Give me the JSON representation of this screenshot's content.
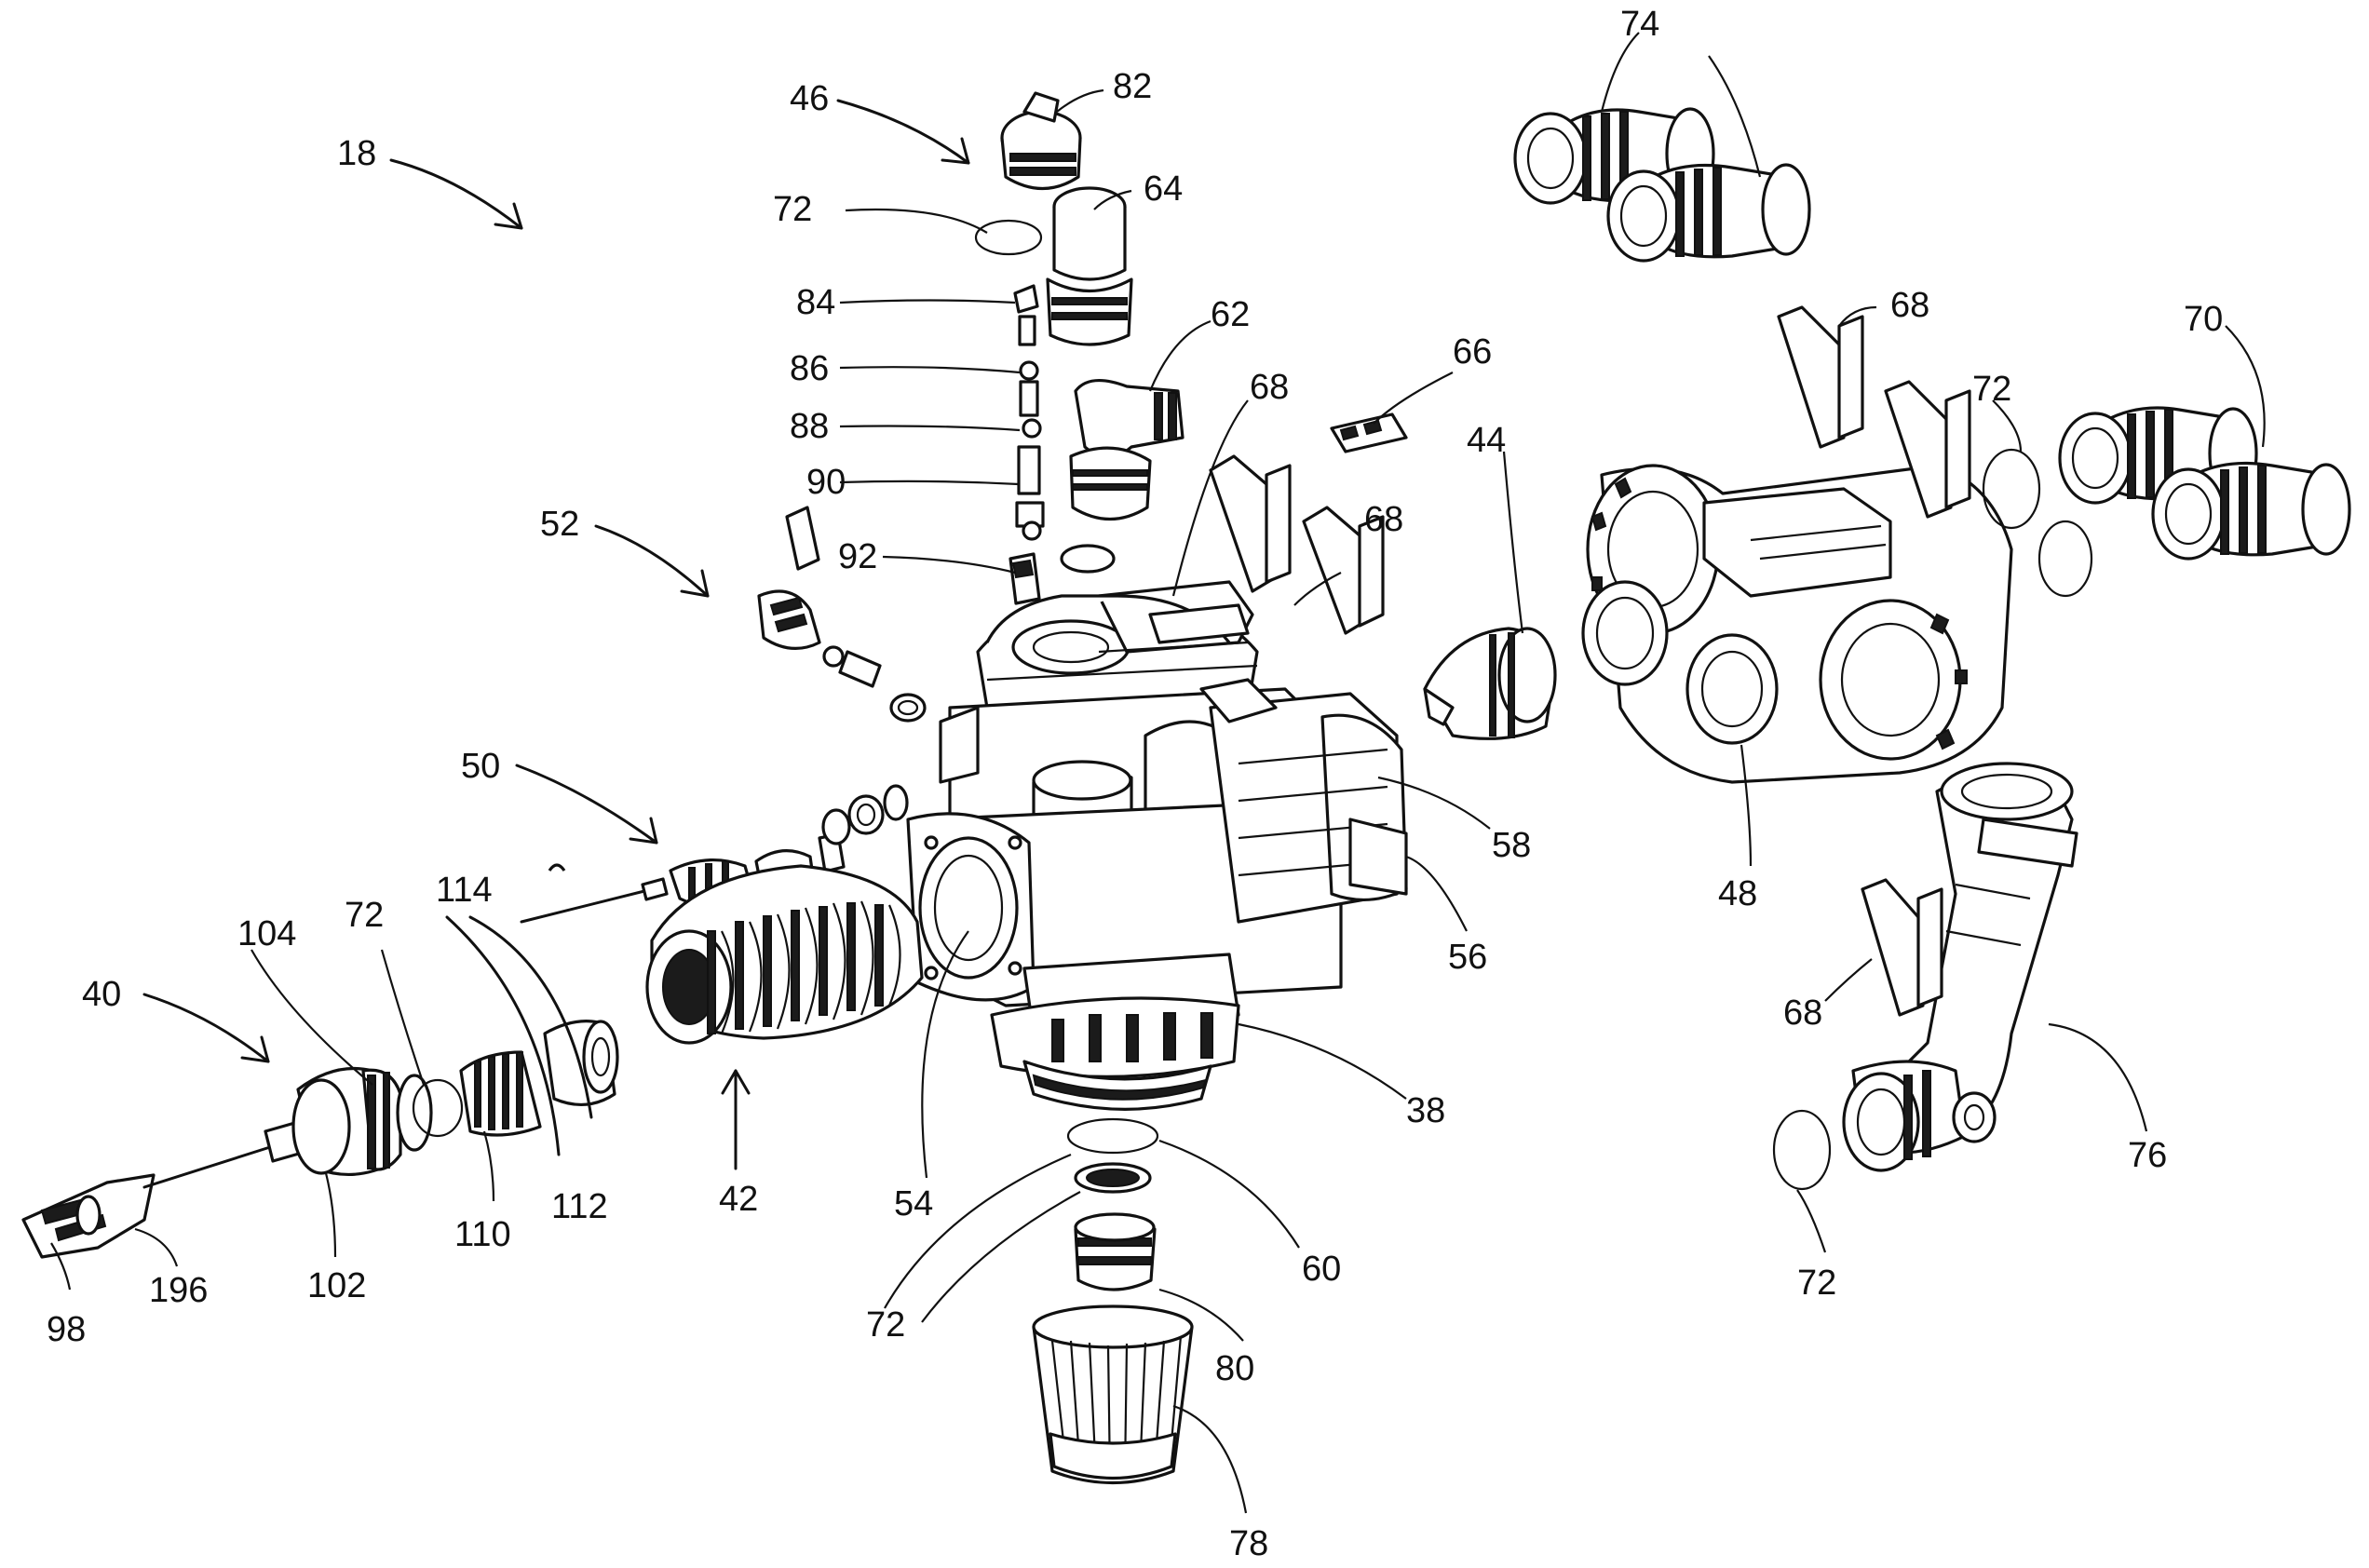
{
  "figure": {
    "background": "#ffffff",
    "line_color": "#111111"
  },
  "labels": {
    "ref_18": "18",
    "ref_46": "46",
    "ref_82": "82",
    "ref_64": "64",
    "ref_72_top": "72",
    "ref_84": "84",
    "ref_86": "86",
    "ref_88": "88",
    "ref_90": "90",
    "ref_62": "62",
    "ref_68_center": "68",
    "ref_66": "66",
    "ref_44": "44",
    "ref_68_mid": "68",
    "ref_92": "92",
    "ref_52": "52",
    "ref_50": "50",
    "ref_58": "58",
    "ref_56": "56",
    "ref_38": "38",
    "ref_54": "54",
    "ref_60": "60",
    "ref_72_bottom": "72",
    "ref_80": "80",
    "ref_78": "78",
    "ref_42": "42",
    "ref_114": "114",
    "ref_112": "112",
    "ref_110": "110",
    "ref_72_left": "72",
    "ref_104": "104",
    "ref_40": "40",
    "ref_102": "102",
    "ref_196": "196",
    "ref_98": "98",
    "ref_74": "74",
    "ref_68_right": "68",
    "ref_72_right": "72",
    "ref_70": "70",
    "ref_48": "48",
    "ref_68_lower": "68",
    "ref_76": "76",
    "ref_72_lower_right": "72"
  }
}
